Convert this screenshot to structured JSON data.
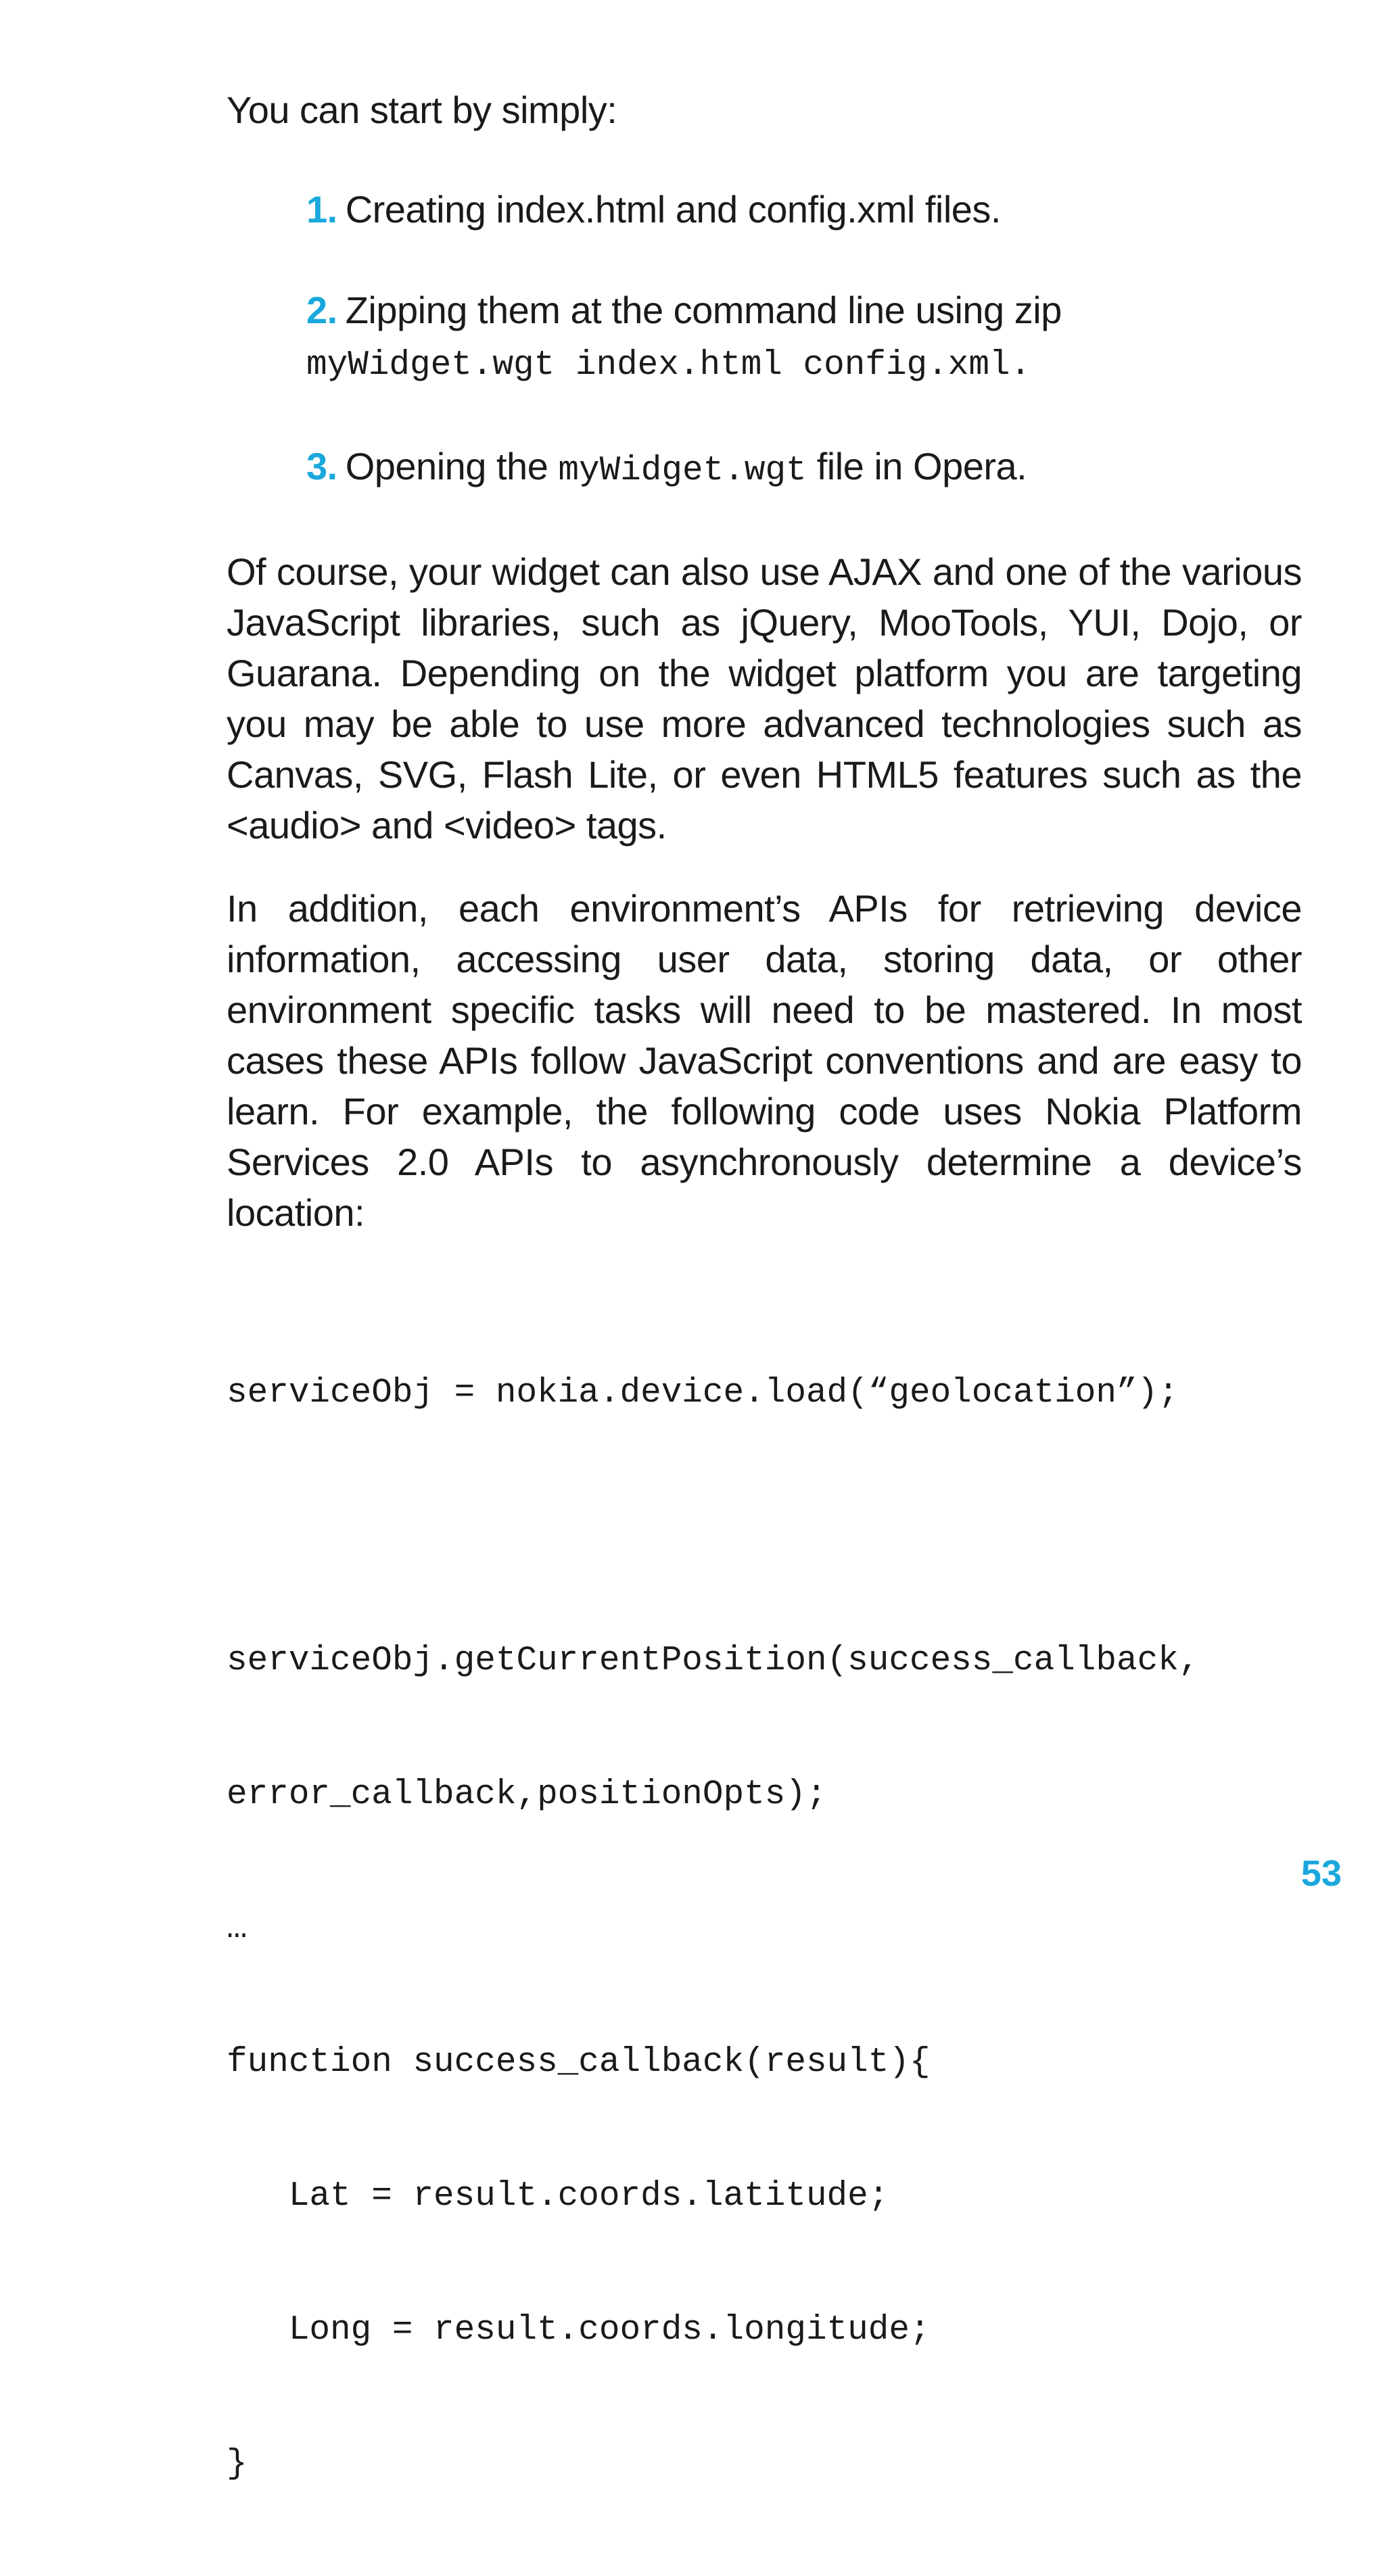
{
  "intro": "You can start by simply:",
  "steps": [
    {
      "num": "1.",
      "text": "Creating index.html and config.xml files.",
      "code": "",
      "after": ""
    },
    {
      "num": "2.",
      "text": "Zipping them at the command line using zip",
      "code": "myWidget.wgt index.html config.xml.",
      "after": ""
    },
    {
      "num": "3.",
      "text": "Opening the ",
      "code": "myWidget.wgt",
      "after": " file in Opera."
    }
  ],
  "paragraphs": [
    "Of course, your widget can also use AJAX and one of the various JavaScript libraries, such as jQuery, MooTools, YUI, Dojo, or Guarana. Depending on the widget platform you are targeting you may be able to use more advanced technologies such as Canvas, SVG, Flash Lite, or even HTML5 features such as the <audio> and <video> tags.",
    "In addition, each environment’s APIs for retrieving device information, accessing user data, storing data, or other environment specific tasks will need to be mastered. In most cases these APIs follow JavaScript conventions and are easy to learn. For example, the following code uses Nokia Platform Services 2.0 APIs to asynchronously determine a device’s location:"
  ],
  "code_lines": [
    "serviceObj = nokia.device.load(“geolocation”);",
    "",
    "serviceObj.getCurrentPosition(success_callback,",
    "error_callback,positionOpts);",
    "…",
    "function success_callback(result){",
    "   Lat = result.coords.latitude;",
    "   Long = result.coords.longitude;",
    "}"
  ],
  "page_number": "53",
  "colors": {
    "accent": "#1aa7dc",
    "text": "#1a1a1a",
    "background": "#ffffff"
  }
}
